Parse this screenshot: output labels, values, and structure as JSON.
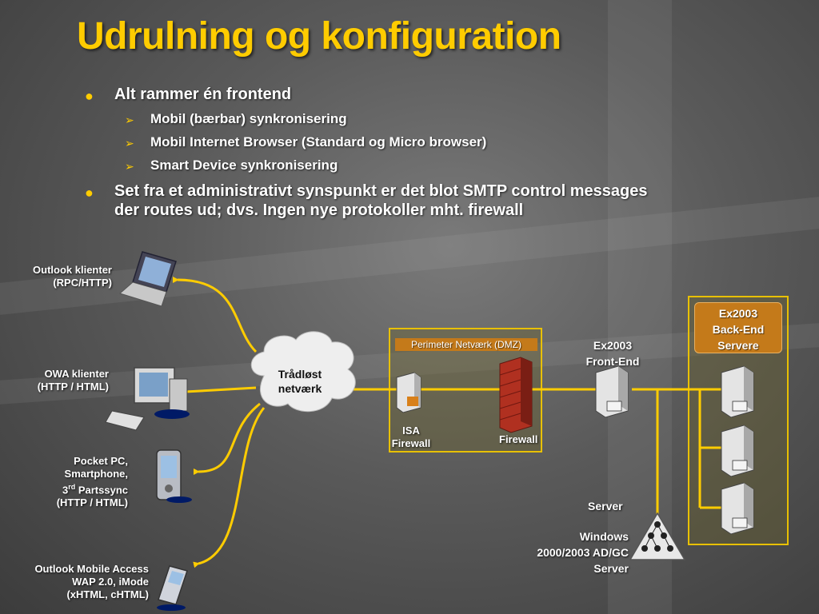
{
  "slide": {
    "title": "Udrulning og konfiguration",
    "bullets": [
      {
        "text": "Alt rammer én frontend",
        "sub": [
          "Mobil (bærbar) synkronisering",
          "Mobil Internet Browser (Standard og Micro browser)",
          "Smart Device synkronisering"
        ]
      },
      {
        "text_line1": "Set fra et administrativt synspunkt er det blot SMTP control messages",
        "text_line2": "der routes ud; dvs. Ingen nye protokoller mht. firewall"
      }
    ]
  },
  "diagram": {
    "clients": {
      "outlook": [
        "Outlook klienter",
        "(RPC/HTTP)"
      ],
      "owa": [
        "OWA klienter",
        "(HTTP / HTML)"
      ],
      "pocket": [
        "Pocket PC,",
        "Smartphone,",
        "3",
        "rd",
        " Partssync",
        "(HTTP / HTML)"
      ],
      "oma": [
        "Outlook Mobile Access",
        "WAP 2.0, iMode",
        "(xHTML, cHTML)"
      ]
    },
    "cloud": [
      "Trådløst",
      "netværk"
    ],
    "dmz": {
      "label": "Perimeter Netværk (DMZ)",
      "isa": [
        "ISA",
        "Firewall"
      ],
      "firewall": "Firewall"
    },
    "frontend": [
      "Ex2003",
      "Front-End"
    ],
    "backend": [
      "Ex2003",
      "Back-End",
      "Servere"
    ],
    "ad": {
      "server_label": "Server",
      "lines": [
        "Windows",
        "2000/2003 AD/GC",
        "Server"
      ]
    },
    "colors": {
      "title": "#ffcc00",
      "lines": "#ffcc00",
      "box_border": "#e8c000",
      "label_fill": "#c47a1a"
    }
  }
}
